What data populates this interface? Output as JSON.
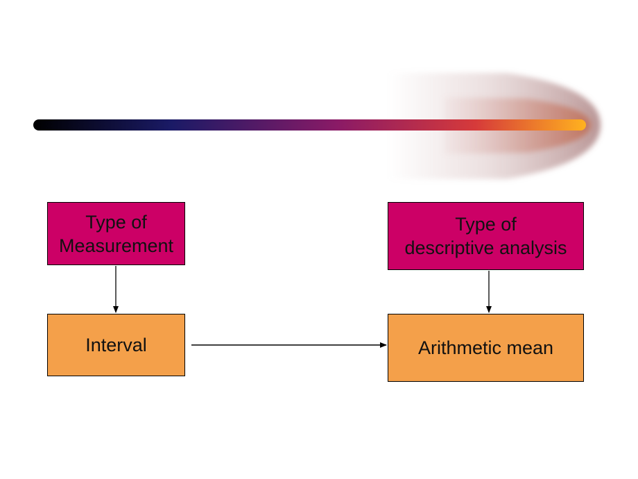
{
  "colors": {
    "heading_box_fill": "#cc0066",
    "value_box_fill": "#f4a04a",
    "box_border": "#000000",
    "arrow": "#000000",
    "bar_gradient": [
      "#000000",
      "#1a1a66",
      "#8a1a66",
      "#d63a3a",
      "#ffb21f"
    ]
  },
  "boxes": {
    "measurement_heading": "Type of\nMeasurement",
    "analysis_heading": "Type of\ndescriptive analysis",
    "measurement_value": "Interval",
    "analysis_value": "Arithmetic mean"
  }
}
